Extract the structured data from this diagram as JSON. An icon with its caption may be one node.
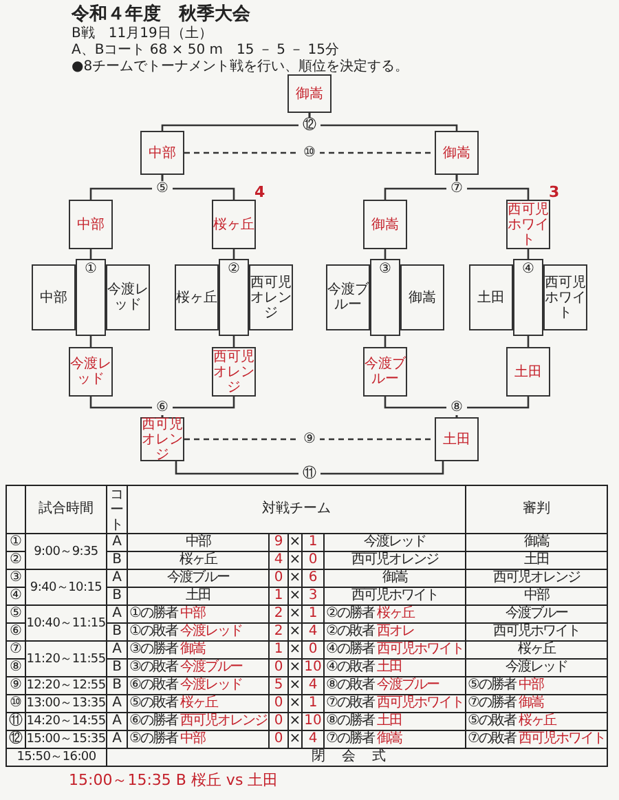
{
  "diagram": {
    "title": "令和４年度　秋季大会",
    "nodes": [
      {
        "text": [
          "御嵩"
        ]
      },
      {
        "text": [
          "中部"
        ]
      },
      {
        "text": [
          "御嵩"
        ]
      },
      {
        "text": [
          "中部"
        ]
      },
      {
        "text": [
          "桜ヶ丘"
        ],
        "beside": [
          "4"
        ]
      },
      {
        "text": [
          "御嵩"
        ]
      },
      {
        "text": [
          "西可児ホワイト"
        ],
        "beside": [
          "3"
        ]
      },
      {
        "text": [
          "中部"
        ]
      },
      {
        "text": [
          "①"
        ]
      },
      {
        "text": [
          "今渡レッド"
        ]
      },
      {
        "text": [
          "桜ヶ丘"
        ]
      },
      {
        "text": [
          "②"
        ]
      },
      {
        "text": [
          "西可児オレンジ"
        ]
      },
      {
        "text": [
          "今渡ブルー"
        ]
      },
      {
        "text": [
          "③"
        ]
      },
      {
        "text": [
          "御嵩"
        ]
      },
      {
        "text": [
          "土田"
        ]
      },
      {
        "text": [
          "④"
        ]
      },
      {
        "text": [
          "西可児ホワイト"
        ]
      },
      {
        "text": [
          "今渡レッド"
        ]
      },
      {
        "text": [
          "西可児オレンジ"
        ]
      },
      {
        "text": [
          "今渡ブルー"
        ]
      },
      {
        "text": [
          "土田"
        ]
      },
      {
        "text": [
          "西可児オレンジ"
        ]
      },
      {
        "text": [
          "土田"
        ]
      }
    ],
    "edges": [
      {
        "from": 1,
        "to": 0,
        "arrow": "none",
        "label": "⑫"
      },
      {
        "from": 2,
        "to": 0,
        "arrow": "none"
      },
      {
        "from": 1,
        "to": 2,
        "arrow": "none",
        "label": "⑩",
        "style": "dashed"
      },
      {
        "from": 3,
        "to": 1,
        "arrow": "none",
        "label": "⑤"
      },
      {
        "from": 4,
        "to": 1,
        "arrow": "none"
      },
      {
        "from": 5,
        "to": 2,
        "arrow": "none",
        "label": "⑦"
      },
      {
        "from": 6,
        "to": 2,
        "arrow": "none"
      },
      {
        "from": 8,
        "to": 3,
        "arrow": "none"
      },
      {
        "from": 8,
        "to": 19,
        "arrow": "none"
      },
      {
        "from": 11,
        "to": 4,
        "arrow": "none"
      },
      {
        "from": 11,
        "to": 20,
        "arrow": "none"
      },
      {
        "from": 14,
        "to": 5,
        "arrow": "none"
      },
      {
        "from": 14,
        "to": 21,
        "arrow": "none"
      },
      {
        "from": 17,
        "to": 6,
        "arrow": "none"
      },
      {
        "from": 17,
        "to": 22,
        "arrow": "none"
      },
      {
        "from": 19,
        "to": 23,
        "arrow": "none",
        "label": "⑥"
      },
      {
        "from": 20,
        "to": 23,
        "arrow": "none"
      },
      {
        "from": 21,
        "to": 24,
        "arrow": "none",
        "label": "⑧"
      },
      {
        "from": 22,
        "to": 24,
        "arrow": "none"
      },
      {
        "from": 23,
        "to": 24,
        "arrow": "none",
        "label": "⑨",
        "style": "dashed"
      },
      {
        "from": 23,
        "to": 24,
        "arrow": "none",
        "label": "⑪"
      }
    ],
    "labels": [
      "B戦　11月19日（土）",
      "A、Bコート 68 × 50 m　15 － 5 － 15分",
      "●8チームでトーナメント戦を行い、順位を決定する。",
      "試合時間",
      "コート",
      "対戦チーム",
      "審判",
      "①",
      "9:00～9:35",
      "A",
      "中部",
      "9",
      "×",
      "1",
      "今渡レッド",
      "御嵩",
      "②",
      "B",
      "桜ヶ丘",
      "4",
      "×",
      "0",
      "西可児オレンジ",
      "土田",
      "③",
      "9:40～10:15",
      "A",
      "今渡ブルー",
      "0",
      "×",
      "6",
      "御嵩",
      "西可児オレンジ",
      "④",
      "B",
      "土田",
      "1",
      "×",
      "3",
      "西可児ホワイト",
      "中部",
      "⑤",
      "10:40～11:15",
      "A",
      "①の勝者",
      "中部",
      "2",
      "×",
      "1",
      "②の勝者",
      "桜ヶ丘",
      "今渡ブルー",
      "⑥",
      "B",
      "①の敗者",
      "今渡レッド",
      "2",
      "×",
      "4",
      "②の敗者",
      "西オレ",
      "西可児ホワイト",
      "⑦",
      "11:20～11:55",
      "A",
      "③の勝者",
      "御嵩",
      "1",
      "×",
      "0",
      "④の勝者",
      "西可児ホワイト",
      "桜ヶ丘",
      "⑧",
      "B",
      "③の敗者",
      "今渡ブルー",
      "0",
      "×",
      "10",
      "④の敗者",
      "土田",
      "今渡レッド",
      "⑨",
      "12:20～12:55",
      "B",
      "⑥の敗者",
      "今渡レッド",
      "5",
      "×",
      "4",
      "⑧の敗者",
      "今渡ブルー",
      "⑤の勝者",
      "中部",
      "⑩",
      "13:00～13:35",
      "A",
      "⑤の敗者",
      "桜ヶ丘",
      "0",
      "×",
      "1",
      "⑦の敗者",
      "西可児ホワイト",
      "⑦の勝者",
      "御嵩",
      "⑪",
      "14:20～14:55",
      "A",
      "⑥の勝者",
      "西可児オレンジ",
      "0",
      "×",
      "10",
      "⑧の勝者",
      "土田",
      "⑤の敗者",
      "桜ヶ丘",
      "⑫",
      "15:00～15:35",
      "A",
      "⑤の勝者",
      "中部",
      "0",
      "×",
      "4",
      "⑦の勝者",
      "御嵩",
      "⑦の敗者",
      "西可児ホワイト",
      "15:50～16:00",
      "閉会式",
      "15:00～15:35 B 桜丘 vs 土田"
    ]
  }
}
